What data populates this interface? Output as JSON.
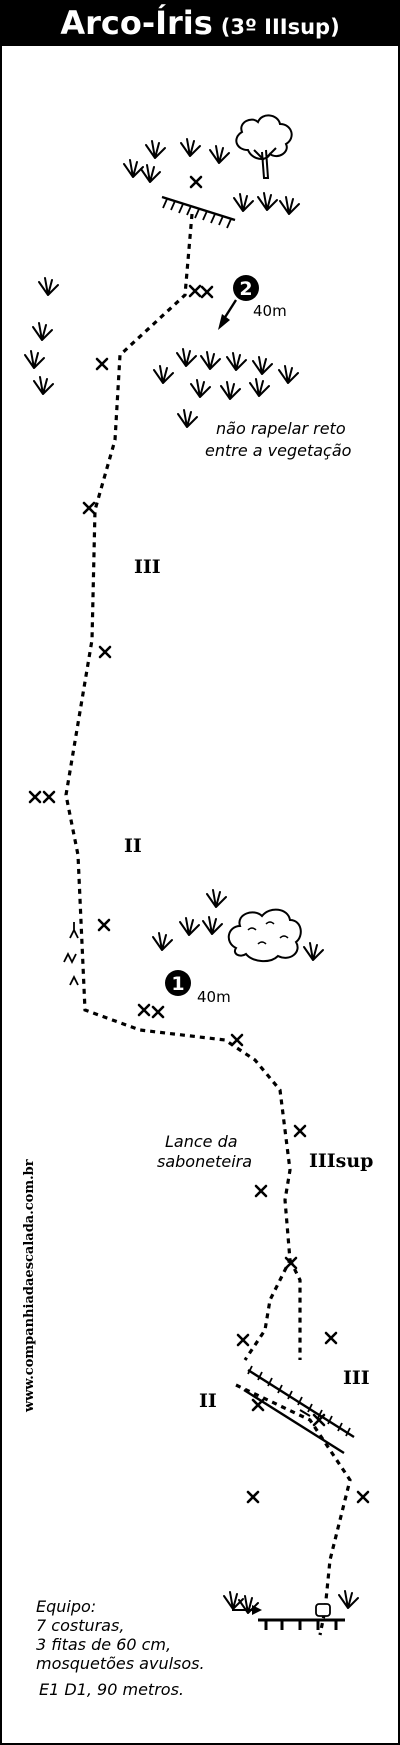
{
  "title": {
    "name": "Arco-Íris",
    "grade": "(3º IIIsup)"
  },
  "website": "www.companhiadaescalada.com.br",
  "belays": [
    {
      "number": "2",
      "distance": "40m"
    },
    {
      "number": "1",
      "distance": "40m"
    }
  ],
  "notes": {
    "rappel_line1": "não rapelar reto",
    "rappel_line2": "entre a vegetação",
    "crux_line1": "Lance da",
    "crux_line2": "saboneteira"
  },
  "grades": {
    "upper": "III",
    "middle": "II",
    "crux": "IIIsup",
    "right_lower": "III",
    "left_lower": "II"
  },
  "equipment": {
    "heading": "Equipo:",
    "items": [
      "7 costuras,",
      "3 fitas de 60 cm,",
      "mosquetões avulsos."
    ],
    "summary": "E1 D1, 90 metros."
  }
}
